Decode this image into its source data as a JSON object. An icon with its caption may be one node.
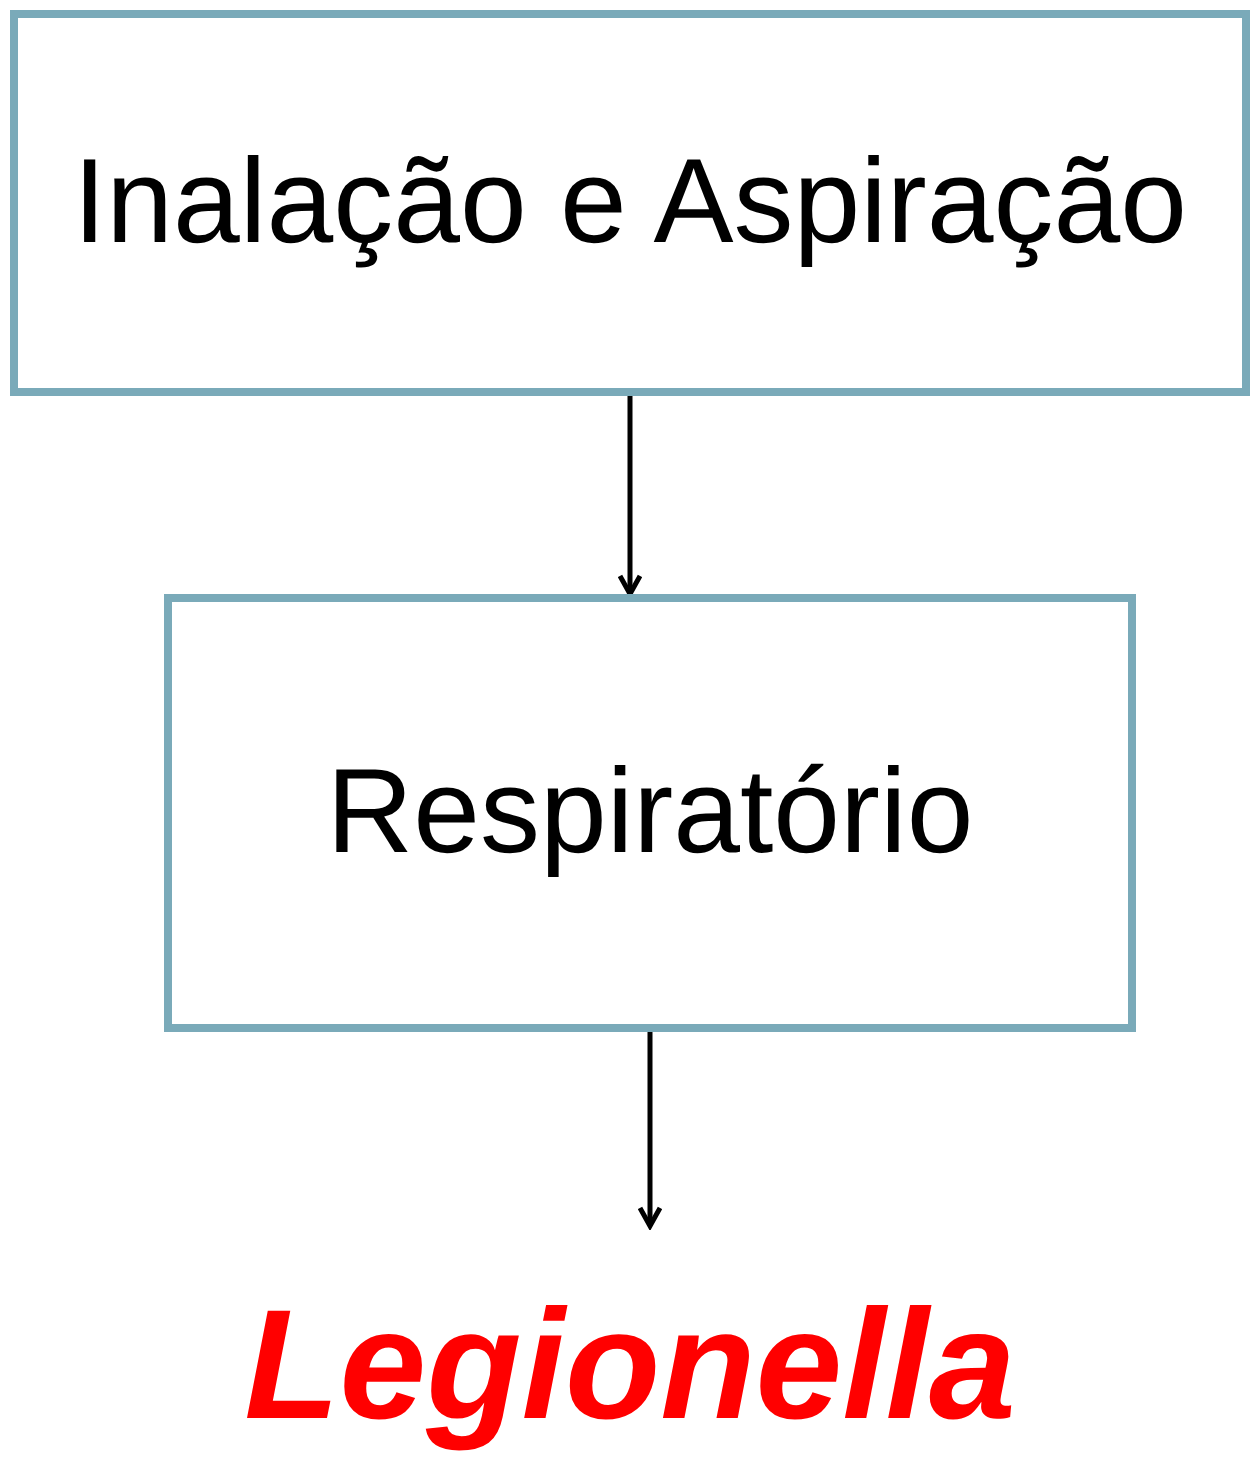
{
  "diagram": {
    "nodes": [
      {
        "text": [
          "Inalação e Aspiração"
        ]
      },
      {
        "text": [
          "Respiratório"
        ]
      },
      {
        "text": [
          "Legionella"
        ]
      }
    ],
    "edges": [
      {
        "from": 0,
        "to": 1,
        "arrow": "to"
      },
      {
        "from": 1,
        "to": 2,
        "arrow": "to"
      }
    ]
  }
}
